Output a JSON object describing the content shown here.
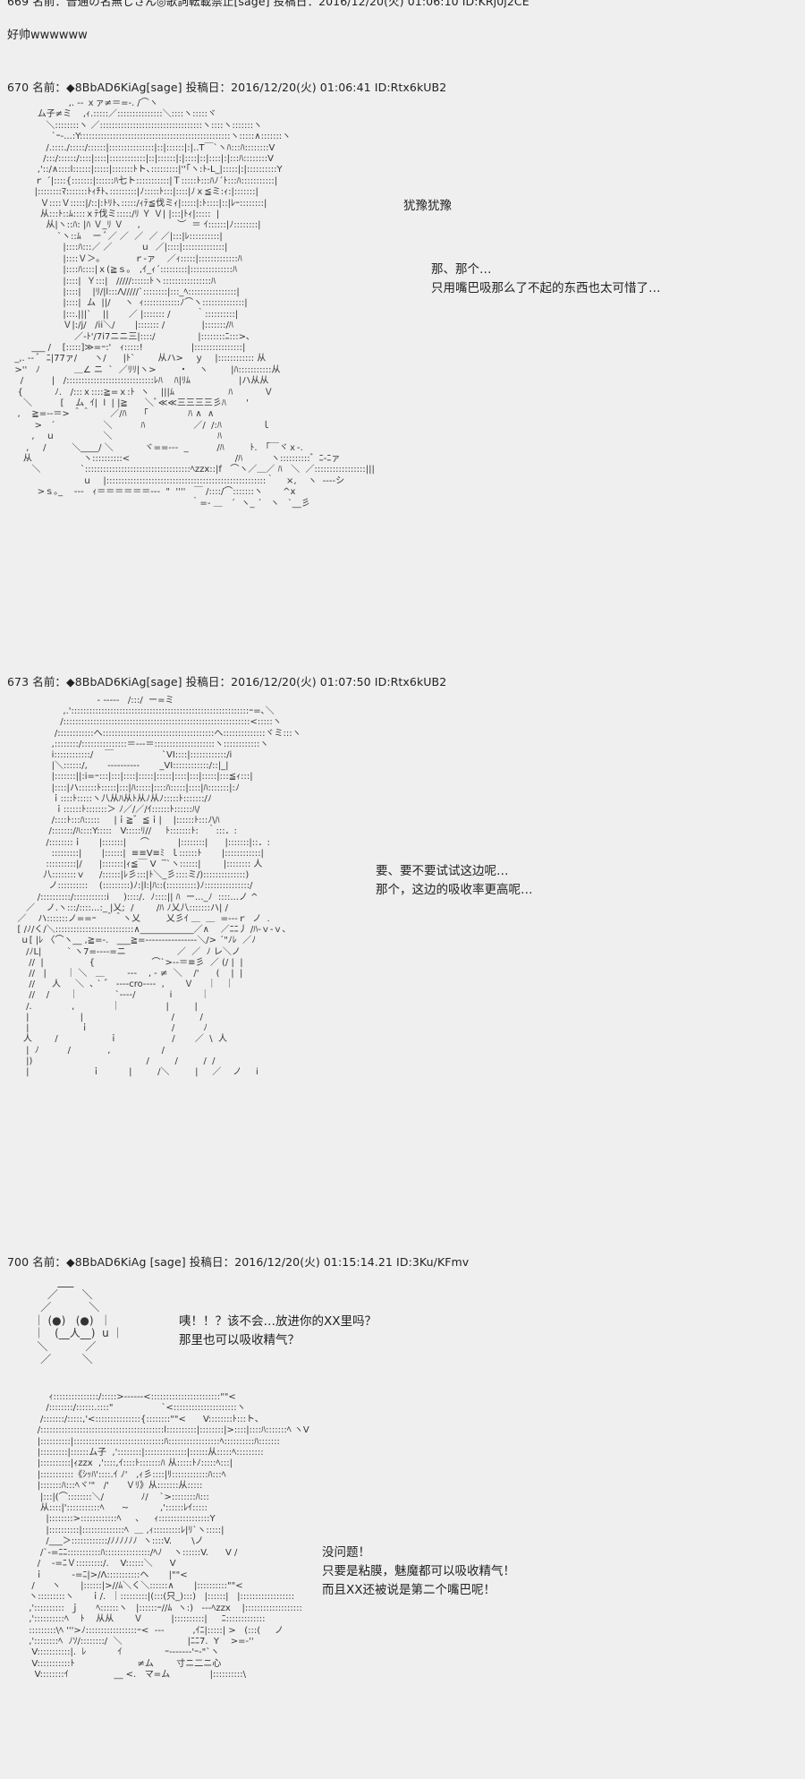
{
  "post_669": {
    "header_partial": "669 名前：普通の名無しさん◎歌詞転載禁止[sage] 投稿日：2016/12/20(火) 01:06:10 ID:KRj0j2CE",
    "body": "好帅wwwwww"
  },
  "post_670": {
    "header": "670 名前：◆8BbAD6KiAg[sage] 投稿日：2016/12/20(火) 01:06:41 ID:Rtx6kUB2",
    "speech_1": "犹豫犹豫",
    "speech_2": "那、那个…\n只用嘴巴吸那么了不起的东西也太可惜了…"
  },
  "post_673": {
    "header": "673 名前：◆8BbAD6KiAg[sage] 投稿日：2016/12/20(火) 01:07:50 ID:Rtx6kUB2",
    "speech": "要、要不要试试这边呢…\n那个，这边的吸收率更高呢…"
  },
  "post_700": {
    "header": "700 名前：◆8BbAD6KiAg [sage] 投稿日：2016/12/20(火) 01:15:14.21 ID:3Ku/KFmv",
    "speech_1": "咦！！？该不会…放进你的XX里吗？\n那里也可以吸收精气？",
    "speech_2": "没问题！\n只要是粘膜，魅魔都可以吸收精气！\n而且XX还被说是第二个嘴巴呢！"
  },
  "art": {
    "a670": "                     ,. -‐ ｘァ≠＝=-. /⌒ヽ\n          ム子≠ミ    ,ｨ.:::::／:::::::::::::::＼::::ヽ:::::ヾ\n             ＼::::::::ヽ ／::::::::::::::::::::::::::::::::::ヽ::::ヽ:::::::ヽ\n               `ｰ-...:Y::::::::::::::::::::::::::::::::::::::::::::::::::ヽ:::::∧:::::::ヽ\n             /.::::./:::::/::::::|:::::::::::::::|::|::::::|:|..T￣`ヽﾊ:::ﾊ::::::::V\n            /:::/::::::/::::|::::|::::::::::::|::|::::::|:|::::|::|::::|:|:::ﾊ::::::::V\n          ,'::/∧::::l::::::|:::::|:::::::ﾄト､:::::::::|''｢ヽ:ﾄ‐L_|:::::|:|::::::::::Y\n         ｒ ´|::::{:::::::|::::::ﾊ七ト:::::::::::|Ｔ:::::ﾄ:::ﾊﾉ´ﾄ:::ﾊ:::::::::::|\n         |::::::::ﾏ:::::::ﾄｨﾁﾄ､:::::::::|ﾉ:::::ﾄ:::|::::|ﾉｘ≦ミ:ｨ:|:::::::|\n           Ｖ::::Ｖ:::::|/::|:ﾄﾘﾄ､:::::/ｨﾃ≦伐ミｨ|:::::|:ﾄ::::|::|ﾚｰ::::::::|\n           从:::ﾄ::ﾑ::::ｘﾃ伐ミ:::::/ﾘ Ｙ Ｖ| |:::|ﾄｨ|:::::  |\n             从|ヽ::ﾊ: |ﾊ Ｖ_ﾘ Ｖ     ,             ︶  ＝ ｲ::::::|ﾉ::::::::|\n                 `ヽ::ﾑ    ー ﾞ／ ／  ／  ／ ／|:::|ﾚ::::::::::|\n                   |::::ﾊ:::／ ／          ｕ  ／|::::|::::::::::::::|\n                   |::::Ｖ＞｡            ｒ‐ァ    ／ｨ:::::|:::::::::::::ﾊ\n                   |::::ﾊ::::|ｘ(≧ｓ｡   ,ｲ_ｨ´:::::::::|::::::::::::::ﾊ\n                   |::::|  Ｙ:::|   /////::::::ﾄヽ::::::::::::::::ﾊ\n                   |::::|    |ﾘ/|l:::Λ/////`::::::::|:::_ﾍ::::::::::::::::|\n                   |::::|  ム  ||/     ヽ  ｨ::::::::::::ﾉ⌒ヽ::::::::::::::|\n                   |:::.|||`    ||       ／ |::::::: /         ｀::::::::::|\n                   Ｖ|:/j/   /ii＼/       |::::::: /             |:::::::/ﾊ\n                       ／‐ﾄ'/7i7ニニ三|::::/               |::::::::ﾆ:::>､\n        ___ /    [:::::]≫=ｰ:'   ｨ:::::!                 |::::::::::::::::|\n  _,. -‐ ﾞ  ﾆ|77ァ/      ヽ/      |ﾄ`        从ハ>    ｙ    |:::::::::::: 从\n  >''   ﾉ            ＿∠ ニ  `  ／ﾘﾘ|ヽ>        ・    ヽ        |ﾊ:::::::::::从\n    /          |   /:::::::::::::::::::::::::::::ﾚﾊ    ﾊ|ﾘﾑ                 |ハ从从\n   {           ﾉ.   /:::ｘ::::≧=ｘ:ﾄ  ヽ    |||ﾑ                   ﾊ           Ｖ\n     ＼          [    ム  ｲ|  l  | |≧      ＼ﾞ≪≪三三三三彡ﾊ       '\n   ,    ≧=‐‐＝> ＾＾       ／/ﾊ      ｢              ﾊ ∧  ∧\n         >   ´                 ＼          ﾊ                 ／/  /:ﾊ              ｌ\n        ,    ｕ                 ＼                                     ﾊ\n      ,     /         ＼____/ ＼           ヾ==‐‐‐  _          /ﾊ         ﾄ.   ｢￣ヾｘ-.\n     从                  ヽ::::::::::<                                     /ﾊ          ヽ::::::::::゛ﾆ‐ﾆァ\n        ＼              `:::::::::::::::::::::::::::::::::::ﾍzzx::|f   ⌒ヽ／＿／ ﾊ   ＼  ／:::::::::::::::::|||\n                          ｕ    |:::::::::::::::::::::::::::::::::::::::::::::::::::::｀    ×,    ヽ  ‐‐‐‐シ\n          >ｓ｡_    ‐‐‐   ｨ＝＝＝＝＝＝‐‐‐  \"  ''''   ￣ /::::/⌒:::::::ヽ       ^x\n                                                                ｀=‐ ＿   ´  ヽ_ ´   ヽ   `__彡",
    "a673": "                               - ‐‐‐‐‐   /:::/  ー=ミ\n                   ,.':::::::::::::::::::::::::::::::::::::::::::::::::::::::::::ｰ=､＼\n                  /::::::::::::::::::::::::::::::::::::::::::::::::::::::::::::::<:::::ヽ\n                /::::::::::::へ:::::::::::::::::::::::::::::::::::::へ::::::::::::::ヾミ:::ヽ\n               ,::::::::/:::::::::::::::＝‐‐‐＝::::::::::::::::::::ヽ::::::::::::ヽ\n               i::::::::::::/    ￣                 `VI::::|::::::::::::/i\n               |＼::::::/,       ‐‐‐‐‐‐‐‐‐‐       _VI::::::::::::/::|_|\n               |:::::::||:i=ｰ:::|:::|::::|:::::|:::::|::::|:::|:::::|:::≦ｨ:::|\n               |::::|ハ::::::ﾄ:::::|:::|ﾊ:::::|::::ﾊ:::::|::::|ﾊ:::::::|:ﾉ\n               ｉ::::ﾄ:::::ヽ八从ﾊ从ﾄ从ﾉ从ﾉ:::::ﾄ:::::::/ﾉ\n                ｉ::::::ﾄ:::::::＞ ﾉ／/／/ｲ::::::ﾄ::::::ﾊ/\n               /::::ﾄ:::ﾊ:::::     |ｉ≧゛≦ｉ|    |::::::ﾄ:::ﾉ\\ﾊ\n              /:::::::/ﾊ::::Y:::::   V:::::ﾘ//     ﾄ:::::::ﾄ:   ｀:::．:\n             /::::::::ｉ      |:::::::|     ⌒          |::::::::|      |:::::::|::．:\n               :::::::::|       |::::::|  ≡≡V≡ﾐ  ｌ::::::ﾄ       |::::::::::::|\n             ::::::::::|/      |:::::::|ｨ≦￣ V  ‾`ヽ::::::|        |:::::::: 人\n            八::::::::ｖ     /::::::|ﾚ彡:::|ﾄ＼_彡::::ミ/)::::::::::::::)\n              ノ::::::::::    (:::::::::)ﾉ:|l:|ﾊ::(::::::::::)ﾉ:::::::::::::::/\n          /::::::::::/:::::::::::i     )::::/.  ﾉ::::|| ﾊ  ー..._ﾉ  ::::...ノ ^\n      ／    ノ.ヽ:::/::::...:_ |乂;  /        /ﾊ ﾉ乂八:::::::ハ| /\n   ／    ハ:::::::ノ==ｰ   ＾＾ヽ乂         乂彡ｲ ＿  ＿  =‐‐‐ｒ  ノ  .\n   [ /ﾉ/く/＼::::::::::::::::::::::::::∧____________／∧    ／ﾆﾆ丿 /ﾊ-ｖ‐ｖ､\n    ｕ[ |ﾚ 〈⌒ヽ__ ,≧=-.   ___≧=‐‐‐‐‐‐‐‐‐‐‐‐‐‐‐‐＼/> ´\"ﾉﾚ  ／ﾉ\n      /ﾉL|         ` ヽ7=‐‐‐‐=ニ                  ／  ／  ﾉ レ＼ノ\n       //  |                {                    ⌒`>‐‐＝≡彡  ／ (/ |  |\n       //   |       ｜ ＼   ＿        ‐‐‐    , ‐ ≠  ＼    /'      (    |  |\n       //      人     ＼  ､ ` ゛ ‐‐‐‐cro‐‐‐‐  ,       Ｖ     ｜   ｜\n       //    /       ｜             `‐‐‐‐/            i          ｜\n      /.              ,             ｜                |         |\n      |                  |                               /         /\n      |                  ｉ                             /          ﾉ\n     人        /                  ｉ                   /       ／  \\  人\n      |  ﾉ          /             ,                  /\n      |)                                        /         /         /  /\n      |                      ｉ          |         /＼         |     ／    ノ     i",
    "a700_face": "         ___\n      ／       ＼\n    ／           ＼\n  ｜ (●)   (●)  ｜\n  ｜   (__人__)  u ｜\n   ＼           ／\n    ／         ＼",
    "a700": "              ｨ:::::::::::::::/:::::>‐‐‐‐‐‐<:::::::::::::::::::::::\"\"<\n             /::::::::/::::::.::::\"                 `<:::::::::::::::::::::ヽ\n           /:::::::/:::::,'<:::::::::::::::{::::::::\"\"<      V::::::::ﾄ:::ト､\n          /:::::::::::::::::::::::::::::::::::::::::l::::::::::|::::::::|>::::|::::ﾊ:::::::ﾍ ヽV\n          |::::::::::|::::::::::::::::::::::::::::::ﾊ:::::::::::::::::ﾍ::::::::::ﾊ:::::::\n          |:::::::::|::::::ム子  ,'::::::::|::::::::::::::|::::::从:::::ﾍ:::::::::\n          |::::::::::|ｨzzx  ,'::::,ｲ::::ﾄ:::::::ﾊ 从:::::ﾄﾉ:::::ﾍ:::|\n          |:::::::::::《ｼｯﾊ'::::.ｲ ﾉ'   ,ｨ彡::::|ﾘ::::::::::::ﾊ:::ﾍ\n          |:::::::ﾊ:::ﾍヾ'\"   /'      Ｖﾘ》从:::::::从:::::\n           |:::|(⌒::::::::＼/             ﾉ/    `>::::::::ﾊ:::\n           从::::|':::::::::::ﾍ      ~           ,'::::::ﾚｲ:::::\n             |::::::::>::::::::::::ﾍ     ､     ｨ:::::::::::::::::Y\n             |::::::::::|::::::::::::::ﾍ  ＿ ,ｨ:::::::::ﾚ|ﾘ`ヽ:::::|\n             /___＞::::::::::::/ﾉﾉﾉﾉﾉﾉ  ヽ::::V.       \\ノ\n           /`‐=ﾆﾆ:::::::::::ﾊ:::::::::::::::/ﾍﾉ    ヽ::::::V.      V /\n          /    ‐=ﾆＶ:::::::::/.    V::::::＼      V\n         ｉ          ‐=ﾆ|>/Λ:::::::::::ヘ       |\"\"<\n        /      ヽ       |::::::|>//ﾑ＼く＼::::::∧       |::::::::::\"\"<\n       ヽ:::::::::ヽ      ｉ/.  ｜:::::::::|(:::(只_):::)   |::::::|   |::::::::::::::::::\n       ,'::::::::::  ｊ      ﾍ::::::ヽ   |::::::ｰ//ﾑ  ヽ:)   ‐‐‐ﾍzzx    |:::::::::::::::::::\n       ,'::::::::::ﾍ    ﾄ    从从       Ｖ          |::::::::::|     ﾆ:::::::::::::\n       :::::::::\\ﾍ '''>ﾉ:::::::::::::::::ｰ<  ‐‐‐          ,ｲﾆ|:::::| >   (:::(     ノ\n       ,'::::::::ﾍ  ﾉｿ/::::::::/  ＼                       |ﾆﾆ7.  Y    >=‐''\n        V:::::::::::|.  ﾚ           ｲ               ｰ‐‐‐‐‐‐‐'ｰ‐\"`ヽ\n        V:::::::::::ﾄ                      ≠ム        寸ニ二ニ心\n         V::::::::ｲ                __ <.   マ=ム              |::::::::::\\"
  }
}
